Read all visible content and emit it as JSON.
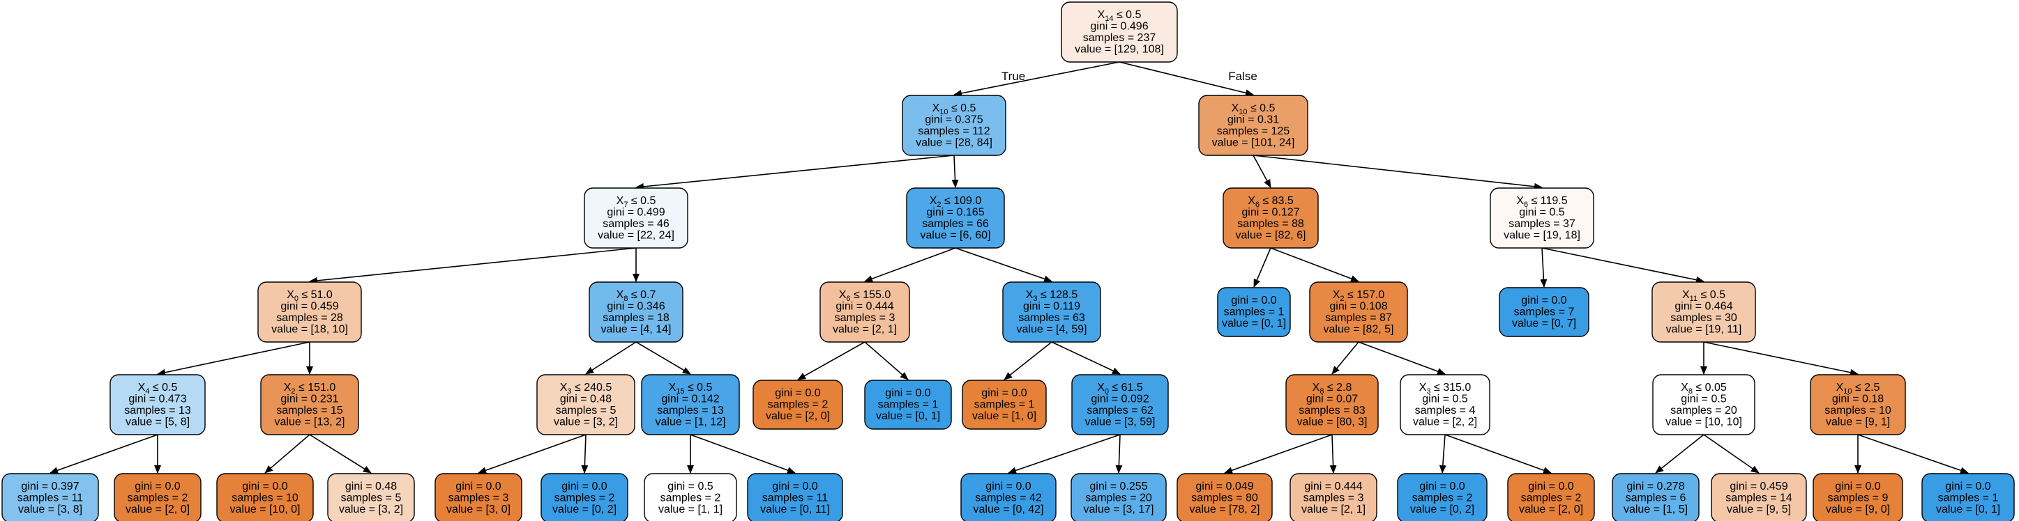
{
  "tree": {
    "edge_labels": {
      "true": "True",
      "false": "False"
    },
    "colors": {
      "class0": "#e58139",
      "class1": "#399de5",
      "border": "#000000"
    },
    "nodes": [
      {
        "id": "n0",
        "parent": null,
        "split": {
          "var": "X",
          "sub": "14",
          "rest": " ≤ 0.5"
        },
        "gini": "gini = 0.496",
        "samples": "samples = 237",
        "value": "value = [129, 108]",
        "counts": [
          129,
          108
        ]
      },
      {
        "id": "n1",
        "parent": "n0",
        "split": {
          "var": "X",
          "sub": "10",
          "rest": " ≤ 0.5"
        },
        "gini": "gini = 0.375",
        "samples": "samples = 112",
        "value": "value = [28, 84]",
        "counts": [
          28,
          84
        ]
      },
      {
        "id": "n2",
        "parent": "n0",
        "split": {
          "var": "X",
          "sub": "10",
          "rest": " ≤ 0.5"
        },
        "gini": "gini = 0.31",
        "samples": "samples = 125",
        "value": "value = [101, 24]",
        "counts": [
          101,
          24
        ]
      },
      {
        "id": "n3",
        "parent": "n1",
        "split": {
          "var": "X",
          "sub": "7",
          "rest": " ≤ 0.5"
        },
        "gini": "gini = 0.499",
        "samples": "samples = 46",
        "value": "value = [22, 24]",
        "counts": [
          22,
          24
        ]
      },
      {
        "id": "n4",
        "parent": "n1",
        "split": {
          "var": "X",
          "sub": "2",
          "rest": " ≤ 109.0"
        },
        "gini": "gini = 0.165",
        "samples": "samples = 66",
        "value": "value = [6, 60]",
        "counts": [
          6,
          60
        ]
      },
      {
        "id": "n5",
        "parent": "n2",
        "split": {
          "var": "X",
          "sub": "6",
          "rest": " ≤ 83.5"
        },
        "gini": "gini = 0.127",
        "samples": "samples = 88",
        "value": "value = [82, 6]",
        "counts": [
          82,
          6
        ]
      },
      {
        "id": "n6",
        "parent": "n2",
        "split": {
          "var": "X",
          "sub": "6",
          "rest": " ≤ 119.5"
        },
        "gini": "gini = 0.5",
        "samples": "samples = 37",
        "value": "value = [19, 18]",
        "counts": [
          19,
          18
        ]
      },
      {
        "id": "n7",
        "parent": "n3",
        "split": {
          "var": "X",
          "sub": "0",
          "rest": " ≤ 51.0"
        },
        "gini": "gini = 0.459",
        "samples": "samples = 28",
        "value": "value = [18, 10]",
        "counts": [
          18,
          10
        ]
      },
      {
        "id": "n8",
        "parent": "n3",
        "split": {
          "var": "X",
          "sub": "8",
          "rest": " ≤ 0.7"
        },
        "gini": "gini = 0.346",
        "samples": "samples = 18",
        "value": "value = [4, 14]",
        "counts": [
          4,
          14
        ]
      },
      {
        "id": "n9",
        "parent": "n4",
        "split": {
          "var": "X",
          "sub": "6",
          "rest": " ≤ 155.0"
        },
        "gini": "gini = 0.444",
        "samples": "samples = 3",
        "value": "value = [2, 1]",
        "counts": [
          2,
          1
        ]
      },
      {
        "id": "n10",
        "parent": "n4",
        "split": {
          "var": "X",
          "sub": "3",
          "rest": " ≤ 128.5"
        },
        "gini": "gini = 0.119",
        "samples": "samples = 63",
        "value": "value = [4, 59]",
        "counts": [
          4,
          59
        ]
      },
      {
        "id": "n11",
        "parent": "n5",
        "split": null,
        "gini": "gini = 0.0",
        "samples": "samples = 1",
        "value": "value = [0, 1]",
        "counts": [
          0,
          1
        ]
      },
      {
        "id": "n12",
        "parent": "n5",
        "split": {
          "var": "X",
          "sub": "2",
          "rest": " ≤ 157.0"
        },
        "gini": "gini = 0.108",
        "samples": "samples = 87",
        "value": "value = [82, 5]",
        "counts": [
          82,
          5
        ]
      },
      {
        "id": "n13",
        "parent": "n6",
        "split": null,
        "gini": "gini = 0.0",
        "samples": "samples = 7",
        "value": "value = [0, 7]",
        "counts": [
          0,
          7
        ]
      },
      {
        "id": "n14",
        "parent": "n6",
        "split": {
          "var": "X",
          "sub": "11",
          "rest": " ≤ 0.5"
        },
        "gini": "gini = 0.464",
        "samples": "samples = 30",
        "value": "value = [19, 11]",
        "counts": [
          19,
          11
        ]
      },
      {
        "id": "n15",
        "parent": "n7",
        "split": {
          "var": "X",
          "sub": "4",
          "rest": " ≤ 0.5"
        },
        "gini": "gini = 0.473",
        "samples": "samples = 13",
        "value": "value = [5, 8]",
        "counts": [
          5,
          8
        ]
      },
      {
        "id": "n16",
        "parent": "n7",
        "split": {
          "var": "X",
          "sub": "2",
          "rest": " ≤ 151.0"
        },
        "gini": "gini = 0.231",
        "samples": "samples = 15",
        "value": "value = [13, 2]",
        "counts": [
          13,
          2
        ]
      },
      {
        "id": "n17",
        "parent": "n8",
        "split": {
          "var": "X",
          "sub": "3",
          "rest": " ≤ 240.5"
        },
        "gini": "gini = 0.48",
        "samples": "samples = 5",
        "value": "value = [3, 2]",
        "counts": [
          3,
          2
        ]
      },
      {
        "id": "n18",
        "parent": "n8",
        "split": {
          "var": "X",
          "sub": "15",
          "rest": " ≤ 0.5"
        },
        "gini": "gini = 0.142",
        "samples": "samples = 13",
        "value": "value = [1, 12]",
        "counts": [
          1,
          12
        ]
      },
      {
        "id": "n19",
        "parent": "n9",
        "split": null,
        "gini": "gini = 0.0",
        "samples": "samples = 2",
        "value": "value = [2, 0]",
        "counts": [
          2,
          0
        ]
      },
      {
        "id": "n20",
        "parent": "n9",
        "split": null,
        "gini": "gini = 0.0",
        "samples": "samples = 1",
        "value": "value = [0, 1]",
        "counts": [
          0,
          1
        ]
      },
      {
        "id": "n21",
        "parent": "n10",
        "split": null,
        "gini": "gini = 0.0",
        "samples": "samples = 1",
        "value": "value = [1, 0]",
        "counts": [
          1,
          0
        ]
      },
      {
        "id": "n22",
        "parent": "n10",
        "split": {
          "var": "X",
          "sub": "0",
          "rest": " ≤ 61.5"
        },
        "gini": "gini = 0.092",
        "samples": "samples = 62",
        "value": "value = [3, 59]",
        "counts": [
          3,
          59
        ]
      },
      {
        "id": "n23",
        "parent": "n12",
        "split": {
          "var": "X",
          "sub": "8",
          "rest": " ≤ 2.8"
        },
        "gini": "gini = 0.07",
        "samples": "samples = 83",
        "value": "value = [80, 3]",
        "counts": [
          80,
          3
        ]
      },
      {
        "id": "n24",
        "parent": "n12",
        "split": {
          "var": "X",
          "sub": "3",
          "rest": " ≤ 315.0"
        },
        "gini": "gini = 0.5",
        "samples": "samples = 4",
        "value": "value = [2, 2]",
        "counts": [
          2,
          2
        ]
      },
      {
        "id": "n25",
        "parent": "n14",
        "split": {
          "var": "X",
          "sub": "8",
          "rest": " ≤ 0.05"
        },
        "gini": "gini = 0.5",
        "samples": "samples = 20",
        "value": "value = [10, 10]",
        "counts": [
          10,
          10
        ]
      },
      {
        "id": "n26",
        "parent": "n14",
        "split": {
          "var": "X",
          "sub": "10",
          "rest": " ≤ 2.5"
        },
        "gini": "gini = 0.18",
        "samples": "samples = 10",
        "value": "value = [9, 1]",
        "counts": [
          9,
          1
        ]
      },
      {
        "id": "n27",
        "parent": "n15",
        "split": null,
        "gini": "gini = 0.397",
        "samples": "samples = 11",
        "value": "value = [3, 8]",
        "counts": [
          3,
          8
        ]
      },
      {
        "id": "n28",
        "parent": "n15",
        "split": null,
        "gini": "gini = 0.0",
        "samples": "samples = 2",
        "value": "value = [2, 0]",
        "counts": [
          2,
          0
        ]
      },
      {
        "id": "n29",
        "parent": "n16",
        "split": null,
        "gini": "gini = 0.0",
        "samples": "samples = 10",
        "value": "value = [10, 0]",
        "counts": [
          10,
          0
        ]
      },
      {
        "id": "n30",
        "parent": "n16",
        "split": null,
        "gini": "gini = 0.48",
        "samples": "samples = 5",
        "value": "value = [3, 2]",
        "counts": [
          3,
          2
        ]
      },
      {
        "id": "n31",
        "parent": "n17",
        "split": null,
        "gini": "gini = 0.0",
        "samples": "samples = 3",
        "value": "value = [3, 0]",
        "counts": [
          3,
          0
        ]
      },
      {
        "id": "n32",
        "parent": "n17",
        "split": null,
        "gini": "gini = 0.0",
        "samples": "samples = 2",
        "value": "value = [0, 2]",
        "counts": [
          0,
          2
        ]
      },
      {
        "id": "n33",
        "parent": "n18",
        "split": null,
        "gini": "gini = 0.5",
        "samples": "samples = 2",
        "value": "value = [1, 1]",
        "counts": [
          1,
          1
        ]
      },
      {
        "id": "n34",
        "parent": "n18",
        "split": null,
        "gini": "gini = 0.0",
        "samples": "samples = 11",
        "value": "value = [0, 11]",
        "counts": [
          0,
          11
        ]
      },
      {
        "id": "n35",
        "parent": "n22",
        "split": null,
        "gini": "gini = 0.0",
        "samples": "samples = 42",
        "value": "value = [0, 42]",
        "counts": [
          0,
          42
        ]
      },
      {
        "id": "n36",
        "parent": "n22",
        "split": null,
        "gini": "gini = 0.255",
        "samples": "samples = 20",
        "value": "value = [3, 17]",
        "counts": [
          3,
          17
        ]
      },
      {
        "id": "n37",
        "parent": "n23",
        "split": null,
        "gini": "gini = 0.049",
        "samples": "samples = 80",
        "value": "value = [78, 2]",
        "counts": [
          78,
          2
        ]
      },
      {
        "id": "n38",
        "parent": "n23",
        "split": null,
        "gini": "gini = 0.444",
        "samples": "samples = 3",
        "value": "value = [2, 1]",
        "counts": [
          2,
          1
        ]
      },
      {
        "id": "n39",
        "parent": "n24",
        "split": null,
        "gini": "gini = 0.0",
        "samples": "samples = 2",
        "value": "value = [0, 2]",
        "counts": [
          0,
          2
        ]
      },
      {
        "id": "n40",
        "parent": "n24",
        "split": null,
        "gini": "gini = 0.0",
        "samples": "samples = 2",
        "value": "value = [2, 0]",
        "counts": [
          2,
          0
        ]
      },
      {
        "id": "n41",
        "parent": "n25",
        "split": null,
        "gini": "gini = 0.278",
        "samples": "samples = 6",
        "value": "value = [1, 5]",
        "counts": [
          1,
          5
        ]
      },
      {
        "id": "n42",
        "parent": "n25",
        "split": null,
        "gini": "gini = 0.459",
        "samples": "samples = 14",
        "value": "value = [9, 5]",
        "counts": [
          9,
          5
        ]
      },
      {
        "id": "n43",
        "parent": "n26",
        "split": null,
        "gini": "gini = 0.0",
        "samples": "samples = 9",
        "value": "value = [9, 0]",
        "counts": [
          9,
          0
        ]
      },
      {
        "id": "n44",
        "parent": "n26",
        "split": null,
        "gini": "gini = 0.0",
        "samples": "samples = 1",
        "value": "value = [0, 1]",
        "counts": [
          0,
          1
        ]
      }
    ]
  }
}
